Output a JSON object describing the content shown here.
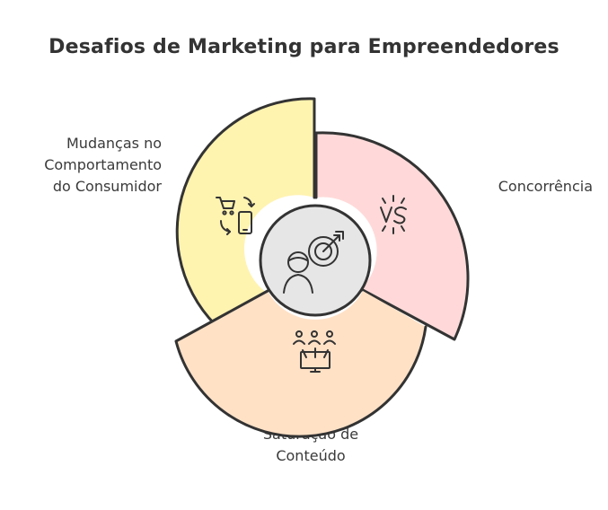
{
  "title": "Desafios de Marketing para Empreendedores",
  "segments": [
    {
      "id": "consumer",
      "label_lines": [
        "Mudanças no",
        "Comportamento",
        "do Consumidor"
      ],
      "color": "#FFF3B0",
      "icon": "cart-phone-icon"
    },
    {
      "id": "competition",
      "label_lines": [
        "Concorrência"
      ],
      "color": "#FFD9D9",
      "icon": "vs-icon"
    },
    {
      "id": "saturation",
      "label_lines": [
        "Saturação de",
        "Conteúdo"
      ],
      "color": "#FFE1C6",
      "icon": "audience-broadcast-icon"
    }
  ],
  "center": {
    "color": "#E6E6E6",
    "icon": "entrepreneur-target-icon"
  },
  "stroke_color": "#333333"
}
